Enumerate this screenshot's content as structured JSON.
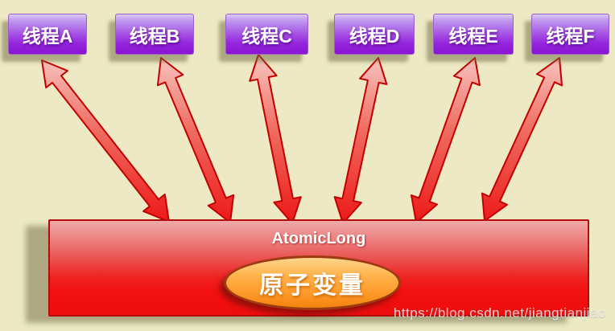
{
  "diagram": {
    "threads": [
      {
        "label": "线程A"
      },
      {
        "label": "线程B"
      },
      {
        "label": "线程C"
      },
      {
        "label": "线程D"
      },
      {
        "label": "线程E"
      },
      {
        "label": "线程F"
      }
    ],
    "container": {
      "title": "AtomicLong",
      "inner_label": "原子变量"
    },
    "edges": [
      {
        "from": "线程A",
        "to": "AtomicLong",
        "type": "bidirectional"
      },
      {
        "from": "线程B",
        "to": "AtomicLong",
        "type": "bidirectional"
      },
      {
        "from": "线程C",
        "to": "AtomicLong",
        "type": "bidirectional"
      },
      {
        "from": "线程D",
        "to": "AtomicLong",
        "type": "bidirectional"
      },
      {
        "from": "线程E",
        "to": "AtomicLong",
        "type": "bidirectional"
      },
      {
        "from": "线程F",
        "to": "AtomicLong",
        "type": "bidirectional"
      }
    ],
    "watermark": "https://blog.csdn.net/jiangtianjiao",
    "colors": {
      "background": "#ece9c4",
      "thread_box_purple": "#9527dd",
      "container_red": "#ee1111",
      "arrow_red": "#ec0f0f",
      "oval_orange": "#ff9e2f"
    }
  }
}
